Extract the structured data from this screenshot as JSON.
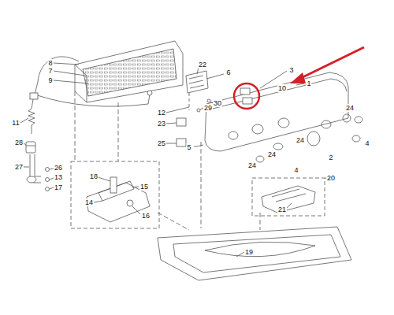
{
  "diagram": {
    "labels": [
      "8",
      "7",
      "9",
      "22",
      "6",
      "3",
      "1",
      "10",
      "12",
      "23",
      "29",
      "30",
      "25",
      "11",
      "24",
      "4",
      "24",
      "2",
      "24",
      "24",
      "4",
      "5",
      "28",
      "27",
      "26",
      "13",
      "17",
      "18",
      "15",
      "14",
      "16",
      "20",
      "21",
      "19"
    ]
  }
}
